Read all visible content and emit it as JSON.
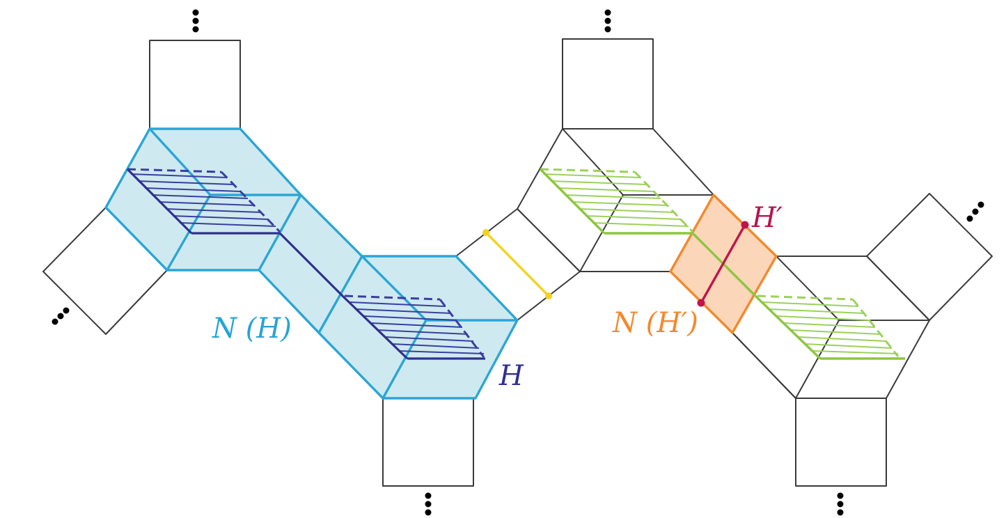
{
  "labels": {
    "nh": "N (H)",
    "h": "H",
    "hprime": "H′",
    "nhprime": "N (H′)"
  },
  "colors": {
    "nh_label": "#27a3d4",
    "h_label": "#2e318f",
    "hprime_label": "#b8124a",
    "nhprime_label": "#f2892c"
  }
}
